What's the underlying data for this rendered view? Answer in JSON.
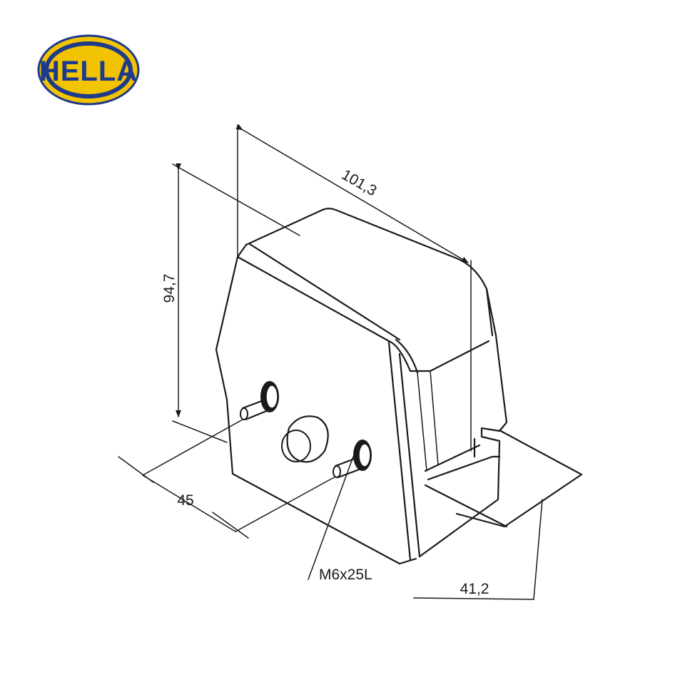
{
  "logo": {
    "text": "HELLA",
    "colors": {
      "ring": "#f2c300",
      "field": "#1d3a8c",
      "inner": "#f2c300"
    }
  },
  "dimensions": {
    "length": "101,3",
    "height": "94,7",
    "bolt_spacing": "45",
    "depth": "41,2"
  },
  "bolt_label": "M6x25L"
}
